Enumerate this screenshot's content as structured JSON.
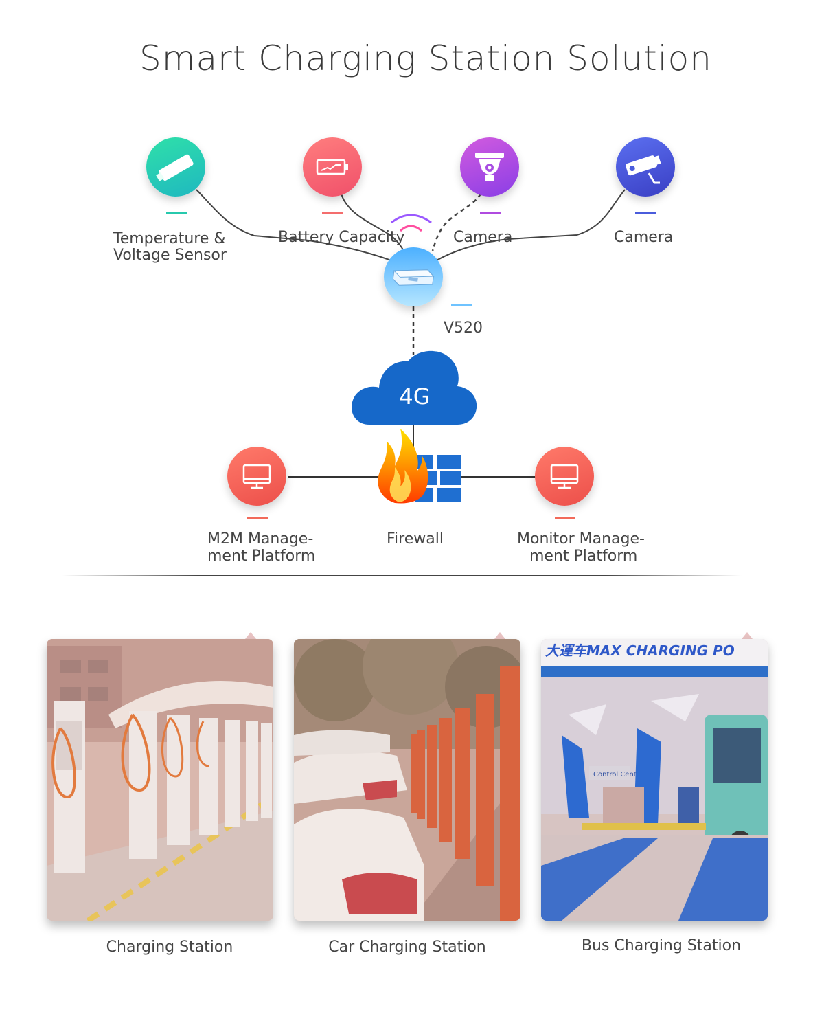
{
  "title": "Smart Charging Station Solution",
  "devices": {
    "sensor": {
      "label_line1": "Temperature &",
      "label_line2": "Voltage Sensor",
      "icon": "sensor-icon",
      "color": "#27c9ad"
    },
    "battery": {
      "label": "Battery Capacity",
      "icon": "battery-icon",
      "color": "#f46d6d"
    },
    "camera_dome": {
      "label": "Camera",
      "icon": "dome-camera-icon",
      "color": "#b04be0"
    },
    "camera_bullet": {
      "label": "Camera",
      "icon": "bullet-camera-icon",
      "color": "#4a5cdc"
    },
    "router": {
      "label": "V520",
      "icon": "router-icon",
      "color": "#6fc3ff"
    }
  },
  "network": {
    "cloud_label": "4G",
    "cloud_color": "#1668c9"
  },
  "firewall": {
    "label": "Firewall",
    "icon": "firewall-icon"
  },
  "platforms": {
    "m2m": {
      "label_line1": "M2M Manage-",
      "label_line2": "ment Platform",
      "icon": "monitor-icon",
      "color": "#f26a5a"
    },
    "monitor": {
      "label_line1": "Monitor Manage-",
      "label_line2": "ment Platform",
      "icon": "monitor-icon",
      "color": "#f26a5a"
    }
  },
  "stations": [
    {
      "caption": "Charging Station"
    },
    {
      "caption": "Car Charging Station"
    },
    {
      "caption": "Bus Charging Station",
      "sign": "大運车MAX CHARGING PO",
      "wall_sign": "Control Cent"
    }
  ]
}
